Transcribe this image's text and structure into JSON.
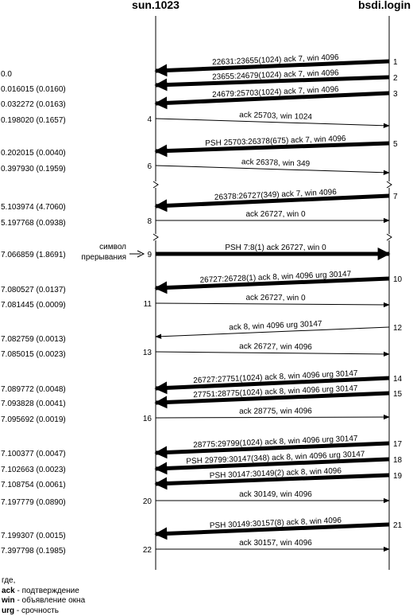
{
  "hosts": {
    "left": "sun.1023",
    "right": "bsdi.login"
  },
  "segments": [
    {
      "num": "1",
      "dir": "left",
      "heavy": true,
      "time": "0.0",
      "label": "22631:23655(1024)  ack 7, win 4096"
    },
    {
      "num": "2",
      "dir": "left",
      "heavy": true,
      "time": "0.016015 (0.0160)",
      "label": "23655:24679(1024)  ack 7, win 4096"
    },
    {
      "num": "3",
      "dir": "left",
      "heavy": true,
      "time": "0.032272 (0.0163)",
      "label": "24679:25703(1024)  ack 7, win 4096"
    },
    {
      "num": "4",
      "dir": "right",
      "heavy": false,
      "time": "0.198020 (0.1657)",
      "label": "ack 25703,  win 1024"
    },
    {
      "num": "5",
      "dir": "left",
      "heavy": true,
      "time": "0.202015 (0.0040)",
      "label": "PSH 25703:26378(675)  ack 7, win 4096"
    },
    {
      "num": "6",
      "dir": "right",
      "heavy": false,
      "time": "0.397930 (0.1959)",
      "label": "ack 26378,  win 349"
    },
    {
      "num": "7",
      "dir": "left",
      "heavy": true,
      "time": "5.103974 (4.7060)",
      "label": "26378:26727(349)  ack 7, win 4096"
    },
    {
      "num": "8",
      "dir": "right",
      "heavy": false,
      "time": "5.197768 (0.0938)",
      "label": "ack 26727,  win 0"
    },
    {
      "num": "9",
      "dir": "right",
      "heavy": true,
      "time": "7.066859 (1.8691)",
      "label": "PSH 7:8(1)  ack 26727, win 0"
    },
    {
      "num": "10",
      "dir": "left",
      "heavy": true,
      "time": "7.080527 (0.0137)",
      "label": "26727:26728(1)  ack 8, win 4096 urg 30147"
    },
    {
      "num": "11",
      "dir": "right",
      "heavy": false,
      "time": "7.081445 (0.0009)",
      "label": "ack 26727,  win 0"
    },
    {
      "num": "12",
      "dir": "left",
      "heavy": false,
      "time": "7.082759 (0.0013)",
      "label": "ack 8,  win 4096 urg 30147"
    },
    {
      "num": "13",
      "dir": "right",
      "heavy": false,
      "time": "7.085015 (0.0023)",
      "label": "ack 26727,  win 4096"
    },
    {
      "num": "14",
      "dir": "left",
      "heavy": true,
      "time": "7.089772 (0.0048)",
      "label": "26727:27751(1024)  ack 8, win 4096 urg 30147"
    },
    {
      "num": "15",
      "dir": "left",
      "heavy": true,
      "time": "7.093828 (0.0041)",
      "label": "27751:28775(1024)  ack 8, win 4096 urg 30147"
    },
    {
      "num": "16",
      "dir": "right",
      "heavy": false,
      "time": "7.095692 (0.0019)",
      "label": "ack 28775,  win 4096"
    },
    {
      "num": "17",
      "dir": "left",
      "heavy": true,
      "time": "7.100377 (0.0047)",
      "label": "28775:29799(1024)  ack 8, win 4096 urg 30147"
    },
    {
      "num": "18",
      "dir": "left",
      "heavy": true,
      "time": "7.102663 (0.0023)",
      "label": "PSH 29799:30147(348)  ack 8, win 4096 urg 30147"
    },
    {
      "num": "19",
      "dir": "left",
      "heavy": true,
      "time": "7.108754 (0.0061)",
      "label": "PSH 30147:30149(2)  ack 8, win 4096"
    },
    {
      "num": "20",
      "dir": "right",
      "heavy": false,
      "time": "7.197779 (0.0890)",
      "label": "ack 30149,  win 4096"
    },
    {
      "num": "21",
      "dir": "left",
      "heavy": true,
      "time": "7.199307 (0.0015)",
      "label": "PSH 30149:30157(8)  ack 8, win 4096"
    },
    {
      "num": "22",
      "dir": "right",
      "heavy": false,
      "time": "7.397798 (0.1985)",
      "label": "ack 30157,  win 4096"
    }
  ],
  "annotation": {
    "line1": "символ",
    "line2": "прерывания"
  },
  "legend": {
    "header": "где,",
    "items": [
      {
        "term": "ack",
        "desc": " - подтверждение"
      },
      {
        "term": "win",
        "desc": " - объявление окна"
      },
      {
        "term": "urg",
        "desc": " - срочность"
      }
    ]
  }
}
